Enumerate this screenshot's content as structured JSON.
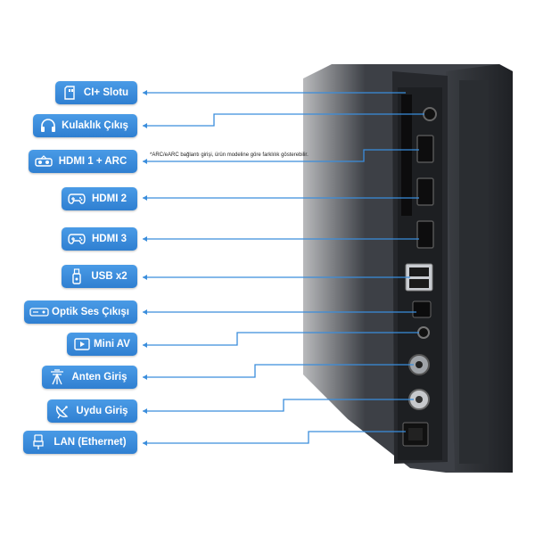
{
  "labels": [
    {
      "text": "CI+ Slotu",
      "icon": "sd-card-icon"
    },
    {
      "text": "Kulaklık Çıkış",
      "icon": "headphones-icon"
    },
    {
      "text": "HDMI 1 + ARC",
      "icon": "soundbar-icon"
    },
    {
      "text": "HDMI 2",
      "icon": "gamepad-icon"
    },
    {
      "text": "HDMI 3",
      "icon": "gamepad-icon"
    },
    {
      "text": "USB x2",
      "icon": "usb-stick-icon"
    },
    {
      "text": "Optik Ses Çıkışı",
      "icon": "optical-device-icon"
    },
    {
      "text": "Mini AV",
      "icon": "video-player-icon"
    },
    {
      "text": "Anten Giriş",
      "icon": "antenna-icon"
    },
    {
      "text": "Uydu Giriş",
      "icon": "satellite-dish-icon"
    },
    {
      "text": "LAN (Ethernet)",
      "icon": "ethernet-plug-icon"
    }
  ],
  "note": "*ARC/eARC bağlantı girişi, ürün modeline göre farklılık gösterebilir.",
  "colors": {
    "label_bg": "#3a8ddc",
    "panel": "#2b2e33",
    "arrow": "#3a8ddc"
  }
}
